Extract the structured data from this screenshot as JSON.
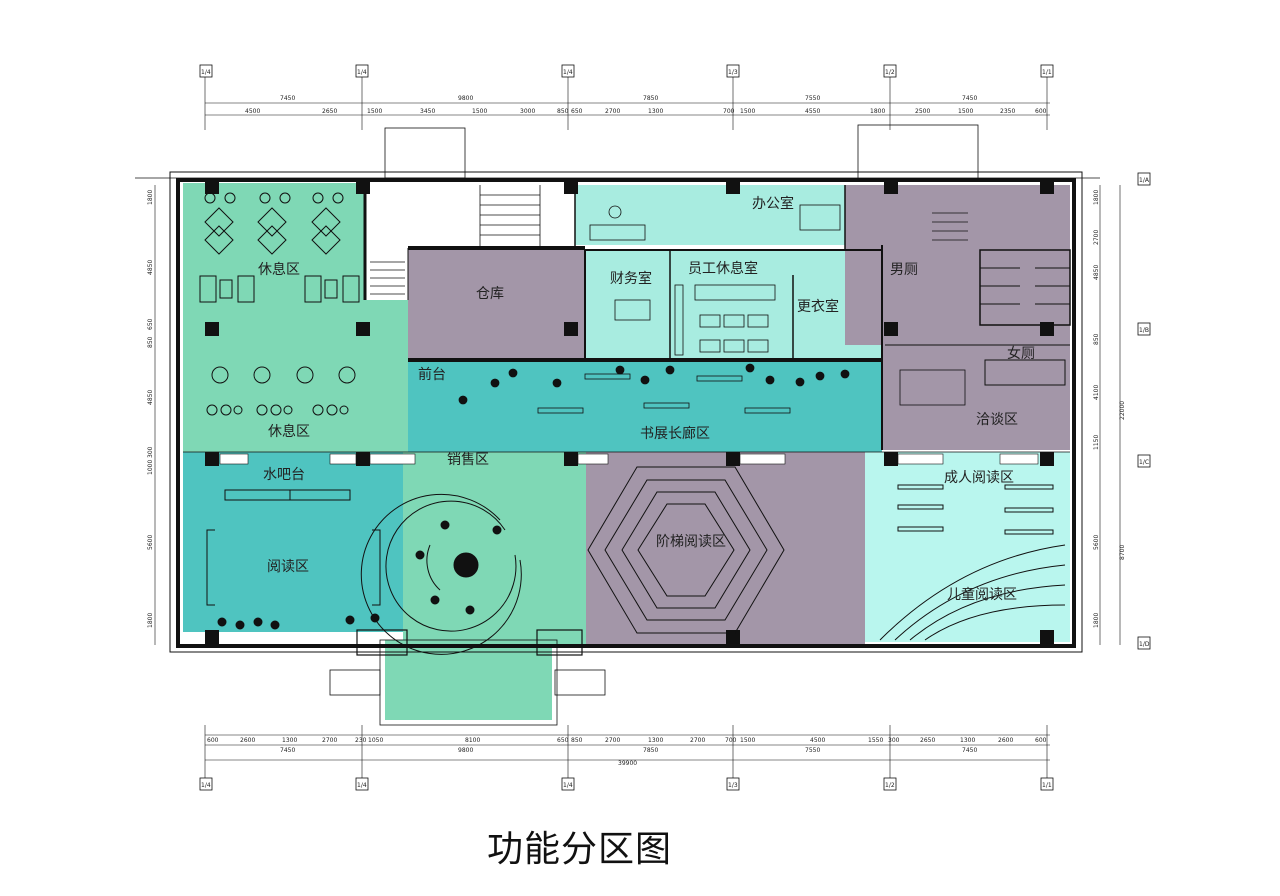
{
  "caption": "功能分区图",
  "zones": {
    "rest_top": "休息区",
    "rest_bottom": "休息区",
    "warehouse": "仓库",
    "finance": "财务室",
    "staff_lounge": "员工休息室",
    "office": "办公室",
    "locker": "更衣室",
    "mens": "男厕",
    "womens": "女厕",
    "reception": "前台",
    "gallery": "书展长廊区",
    "negotiation": "洽谈区",
    "water_bar": "水吧台",
    "reading": "阅读区",
    "sales": "销售区",
    "stair_reading": "阶梯阅读区",
    "adult_reading": "成人阅读区",
    "child_reading": "儿童阅读区"
  },
  "colors": {
    "green": "#7fd8b5",
    "teal": "#4fc4c0",
    "purple": "#a396a8",
    "mint": "#a8ece0",
    "light_mint": "#b9f6ee"
  },
  "dimensions": {
    "top_main": [
      "7450",
      "9800",
      "7850",
      "7550",
      "7450"
    ],
    "top_sub": [
      "4500",
      "2650",
      "1500",
      "3450",
      "1500",
      "3000",
      "850",
      "650",
      "2700",
      "1300",
      "700",
      "1500",
      "4550",
      "1800",
      "2500",
      "1500",
      "2350",
      "600"
    ],
    "bottom_sub": [
      "600",
      "2600",
      "1300",
      "2700",
      "230",
      "1050",
      "8100",
      "650",
      "850",
      "2700",
      "1300",
      "2700",
      "700",
      "1500",
      "4500",
      "1550",
      "300",
      "2650",
      "1300",
      "2600",
      "600"
    ],
    "bottom_main": [
      "7450",
      "9800",
      "7850",
      "7550",
      "7450"
    ],
    "bottom_total": "39900",
    "left_side": [
      "1800",
      "4850",
      "650",
      "850",
      "4850",
      "300",
      "1000",
      "5600",
      "1800"
    ],
    "right_side": [
      "1800",
      "2700",
      "4850",
      "850",
      "4100",
      "1150",
      "5600",
      "1800"
    ],
    "right_total": [
      "22000",
      "8700"
    ]
  },
  "axis_labels": {
    "top": [
      "1/4",
      "1/4",
      "1/4",
      "1/3",
      "1/2",
      "1/1"
    ],
    "bottom": [
      "1/4",
      "1/4",
      "1/4",
      "1/3",
      "1/2",
      "1/1"
    ],
    "right": [
      "1/A",
      "1/B",
      "1/C",
      "1/D"
    ]
  }
}
